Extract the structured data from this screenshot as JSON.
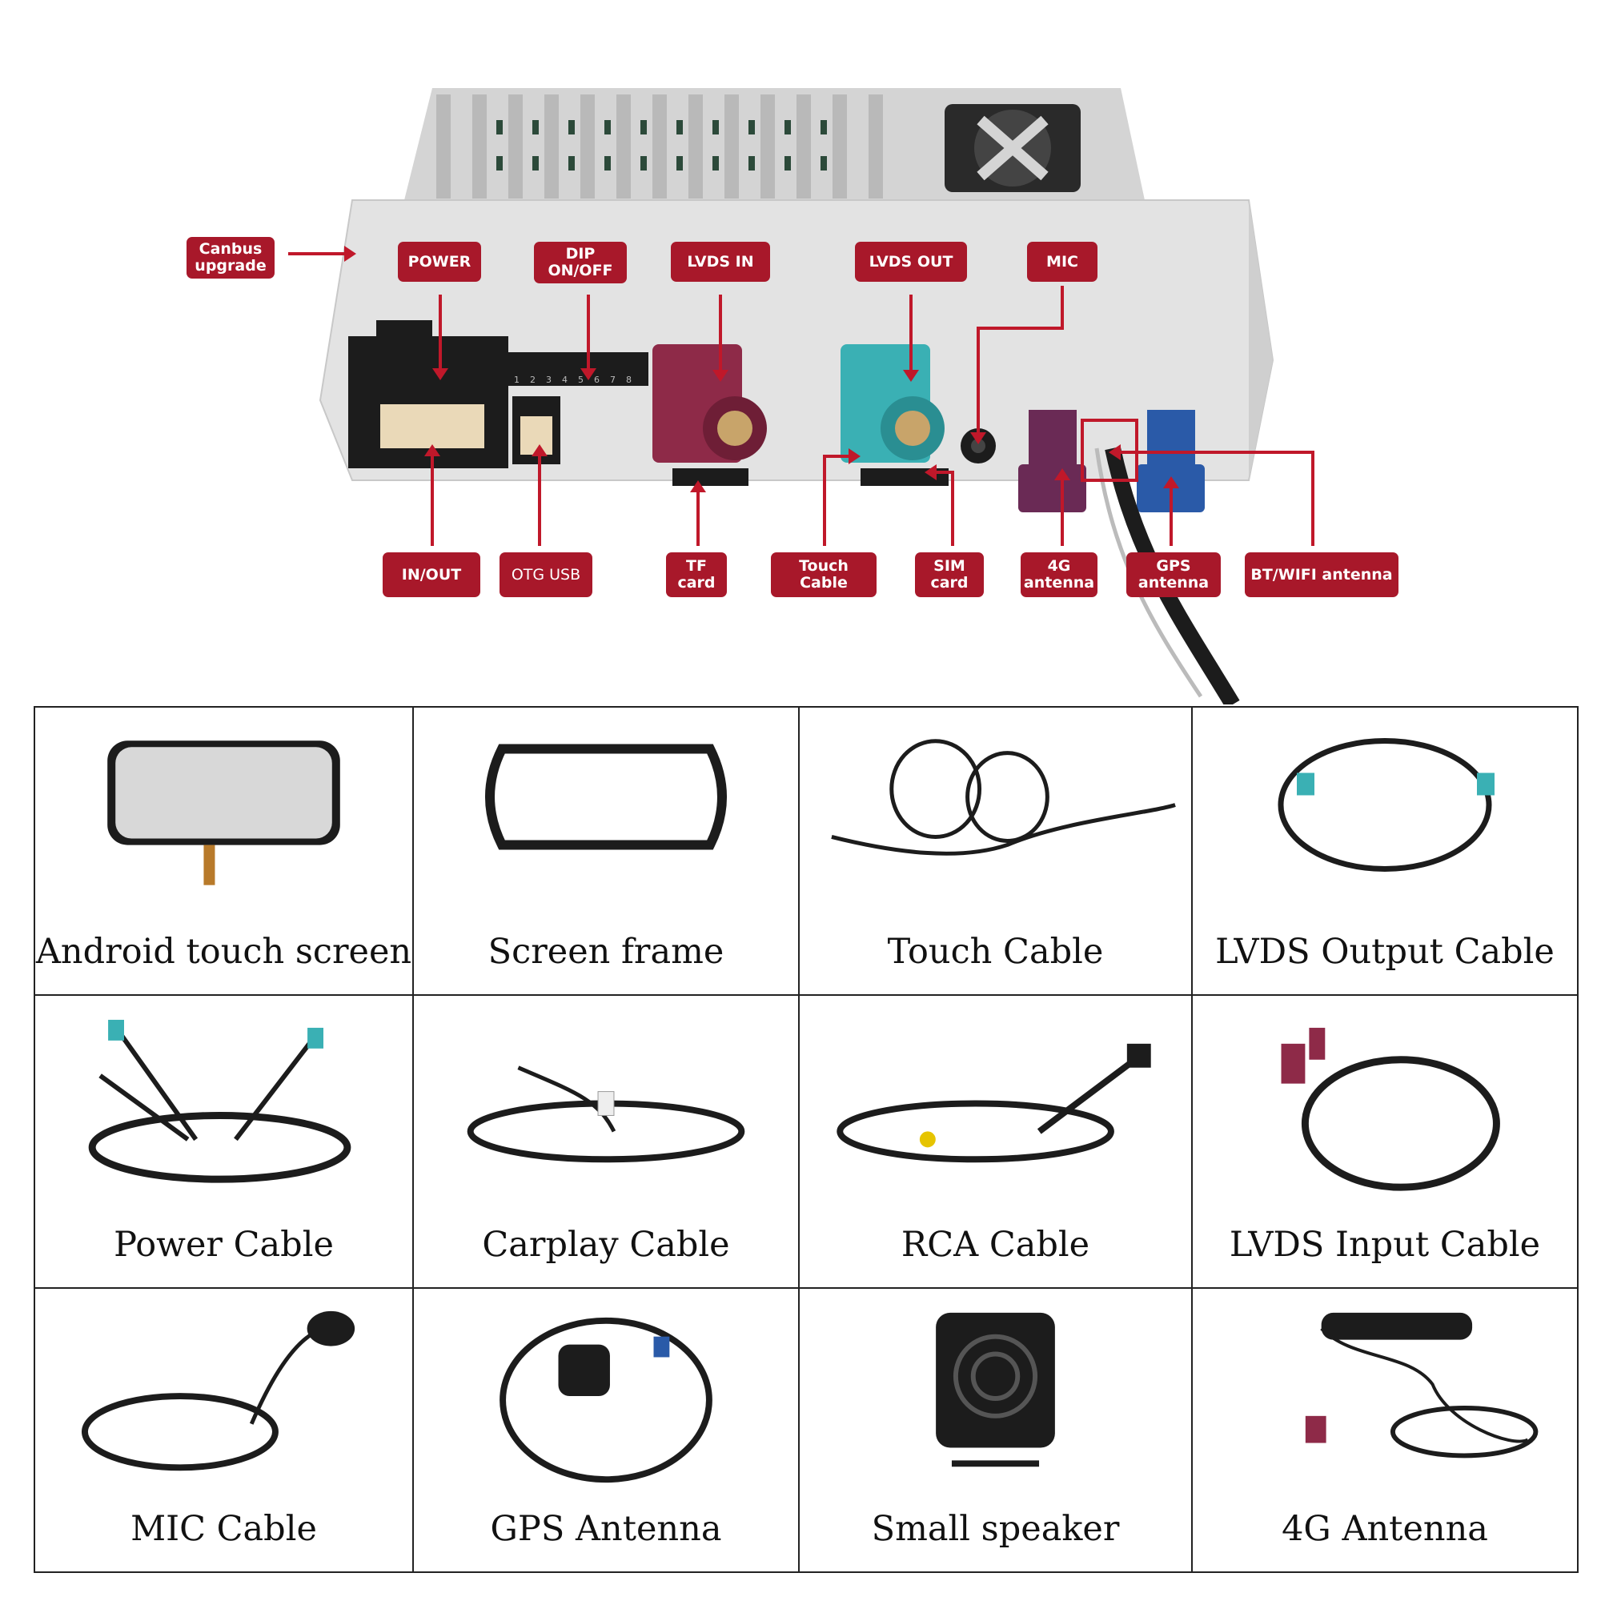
{
  "callouts": {
    "canbus": "Canbus\nupgrade",
    "power": "POWER",
    "dip": "DIP\nON/OFF",
    "lvds_in": "LVDS IN",
    "lvds_out": "LVDS OUT",
    "mic": "MIC",
    "in_out": "IN/OUT",
    "otg_usb": "OTG USB",
    "tf_card": "TF\ncard",
    "touch_cable": "Touch\nCable",
    "sim_card": "SIM\ncard",
    "antenna_4g": "4G\nantenna",
    "gps_antenna": "GPS\nantenna",
    "bt_wifi": "BT/WIFI antenna"
  },
  "dip_numbers": [
    "1",
    "2",
    "3",
    "4",
    "5",
    "6",
    "7",
    "8"
  ],
  "accessories": [
    {
      "name": "Android touch screen"
    },
    {
      "name": "Screen frame"
    },
    {
      "name": "Touch Cable"
    },
    {
      "name": "LVDS Output Cable"
    },
    {
      "name": "Power Cable"
    },
    {
      "name": "Carplay Cable"
    },
    {
      "name": "RCA Cable"
    },
    {
      "name": "LVDS Input Cable"
    },
    {
      "name": "MIC Cable"
    },
    {
      "name": "GPS Antenna"
    },
    {
      "name": "Small speaker"
    },
    {
      "name": "4G Antenna"
    }
  ],
  "colors": {
    "label_red": "#a8182a",
    "lvds_in_magenta": "#8e2a48",
    "lvds_out_teal": "#3ab0b4",
    "antenna_4g_purple": "#6a2a55",
    "gps_blue": "#2a5aa8",
    "box_grey": "#e3e3e3"
  }
}
